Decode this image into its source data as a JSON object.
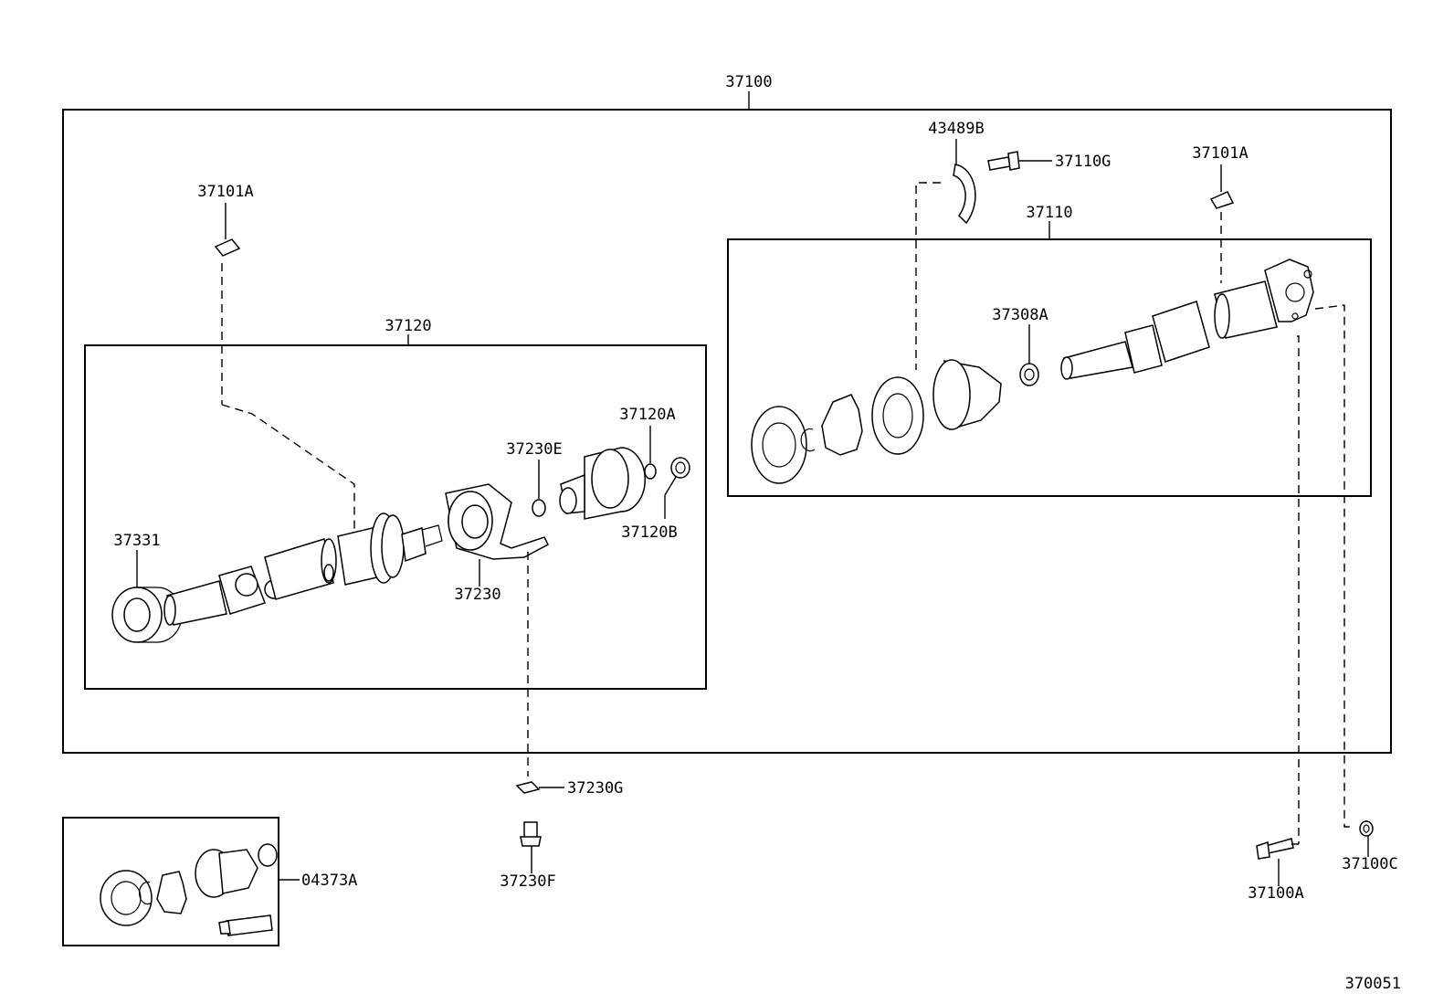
{
  "labels": {
    "assembly": "37100",
    "front_shaft": "37120",
    "rear_shaft": "37110",
    "hanger_bracket": "37230",
    "bracket_washer": "37230G",
    "bracket_bolt": "37230F",
    "spacer": "37230E",
    "washer_front": "37120A",
    "nut_front": "37120B",
    "dust_deflector": "37331",
    "hole_cover_left": "37101A",
    "hole_cover_right": "37101A",
    "snap_ring": "43489B",
    "rear_bolt": "37110G",
    "joint_nut": "37308A",
    "flange_bolt": "37100A",
    "flange_nut": "37100C",
    "boot_kit": "04373A",
    "figure_code": "370051"
  }
}
